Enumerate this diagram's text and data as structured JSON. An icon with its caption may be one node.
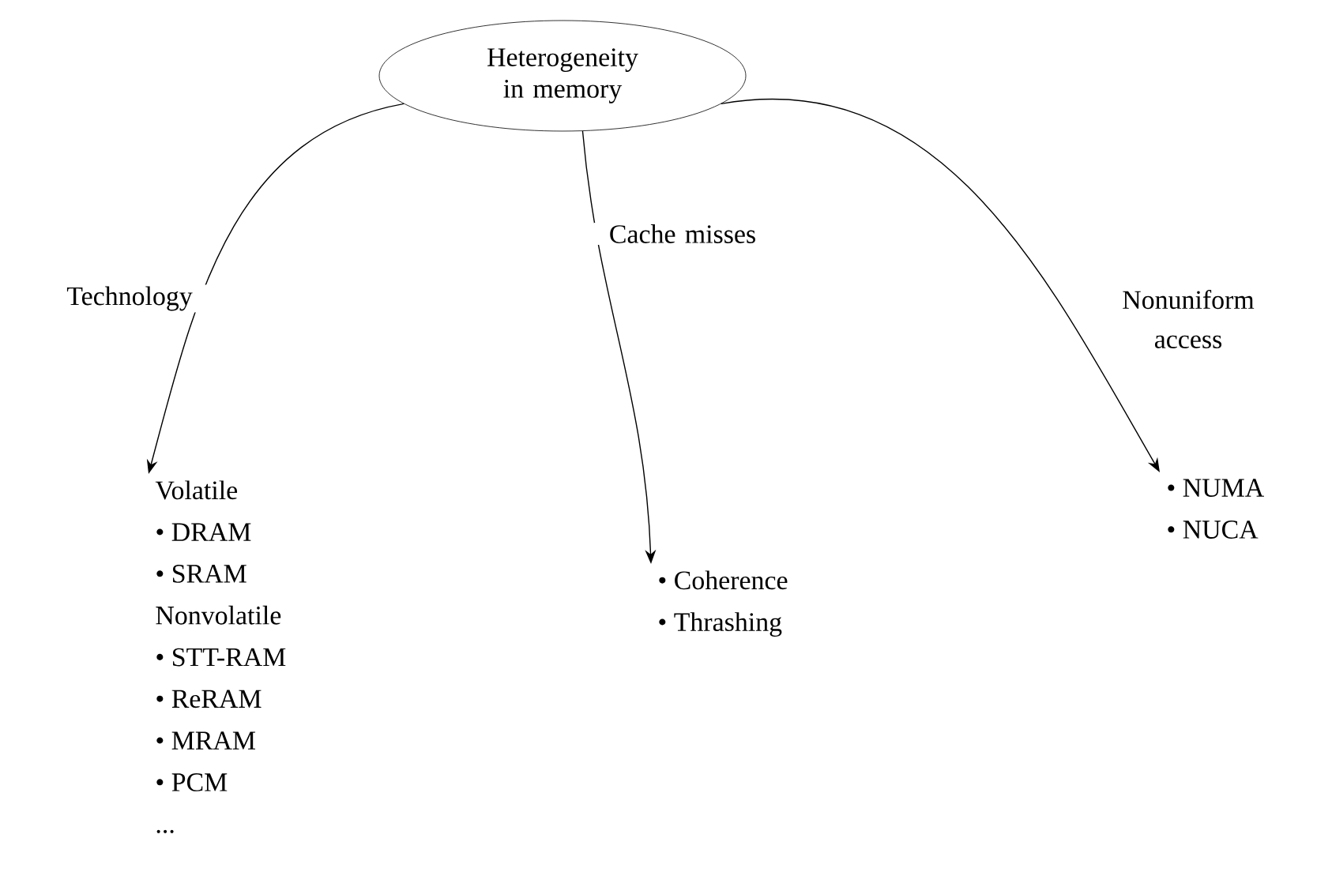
{
  "diagram": {
    "nodes": [
      {
        "text": [
          "Heterogeneity in memory"
        ]
      },
      {
        "text": [
          "Volatile",
          "• DRAM",
          "• SRAM",
          "Nonvolatile",
          "• STT-RAM",
          "• ReRAM",
          "• MRAM",
          "• PCM",
          "..."
        ]
      },
      {
        "text": [
          "• Coherence",
          "• Thrashing"
        ]
      },
      {
        "text": [
          "• NUMA",
          "• NUCA"
        ]
      }
    ],
    "edges": [
      {
        "from": 0,
        "to": 1,
        "arrow": "to",
        "label": "Technology"
      },
      {
        "from": 0,
        "to": 2,
        "arrow": "to",
        "label": "Cache misses"
      },
      {
        "from": 0,
        "to": 3,
        "arrow": "to",
        "label": "Nonuniform access"
      }
    ]
  }
}
